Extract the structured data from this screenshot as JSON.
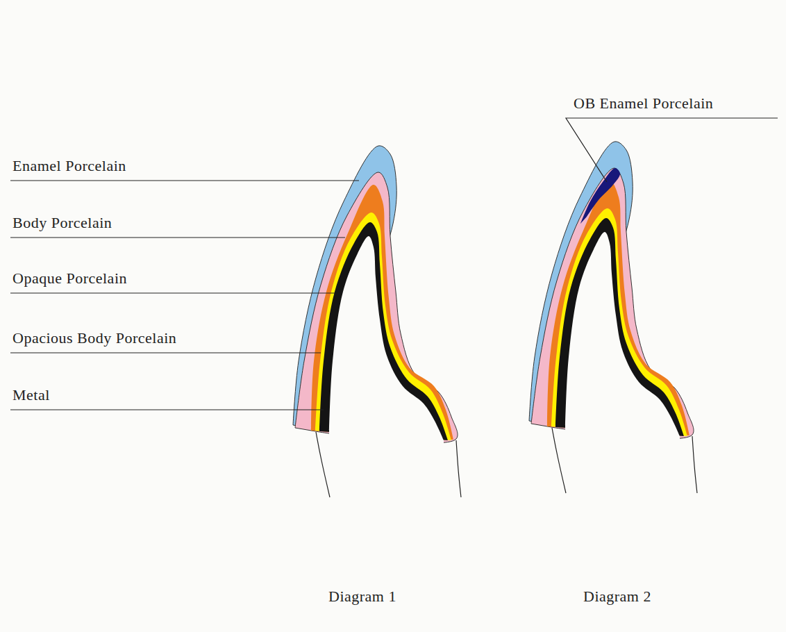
{
  "diagram": {
    "labels": [
      "Enamel Porcelain",
      "Body Porcelain",
      "Opaque Porcelain",
      "Opacious Body Porcelain",
      "Metal",
      "OB Enamel Porcelain",
      "Diagram 1",
      "Diagram 2"
    ]
  }
}
